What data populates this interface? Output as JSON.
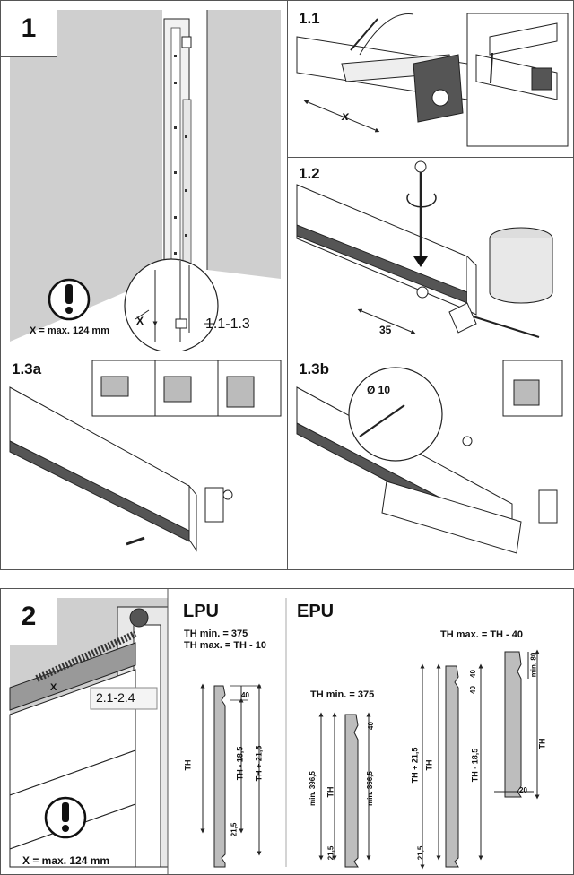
{
  "step1": {
    "number": "1",
    "max_note": "X = max. 124 mm",
    "ref": "1.1-1.3",
    "x_label": "X",
    "sub_1_1": {
      "label": "1.1",
      "x_label": "x"
    },
    "sub_1_2": {
      "label": "1.2",
      "dim": "35"
    },
    "sub_1_3a": {
      "label": "1.3a"
    },
    "sub_1_3b": {
      "label": "1.3b",
      "hole": "Ø 10"
    }
  },
  "step2": {
    "number": "2",
    "ref": "2.1-2.4",
    "max_note": "X = max. 124 mm",
    "x_label": "X",
    "lpu": {
      "title": "LPU",
      "th_min": "TH min.  = 375",
      "th_max": "TH max. = TH - 10",
      "dims": {
        "d40": "40",
        "th": "TH",
        "th_minus": "TH - 18,5",
        "th_plus": "TH + 21,5",
        "d21": "21,5"
      }
    },
    "epu": {
      "title": "EPU",
      "th_min": "TH min.  = 375",
      "th_max": "TH max. = TH - 40",
      "dims_a": {
        "min396": "min. 396,5",
        "th": "TH",
        "min356": "min. 356,5",
        "d40": "40",
        "d21": "21,5"
      },
      "dims_b": {
        "th_plus": "TH + 21,5",
        "th": "TH",
        "d40a": "40",
        "d40b": "40",
        "th_minus": "TH - 18,5",
        "d21": "21,5",
        "min80": "min. 80",
        "d20": "20",
        "th_right": "TH"
      }
    }
  },
  "colors": {
    "line": "#222222",
    "grey_wall": "#cfcfcf",
    "panel_grey": "#bdbdbd",
    "rail_dark": "#555555"
  }
}
